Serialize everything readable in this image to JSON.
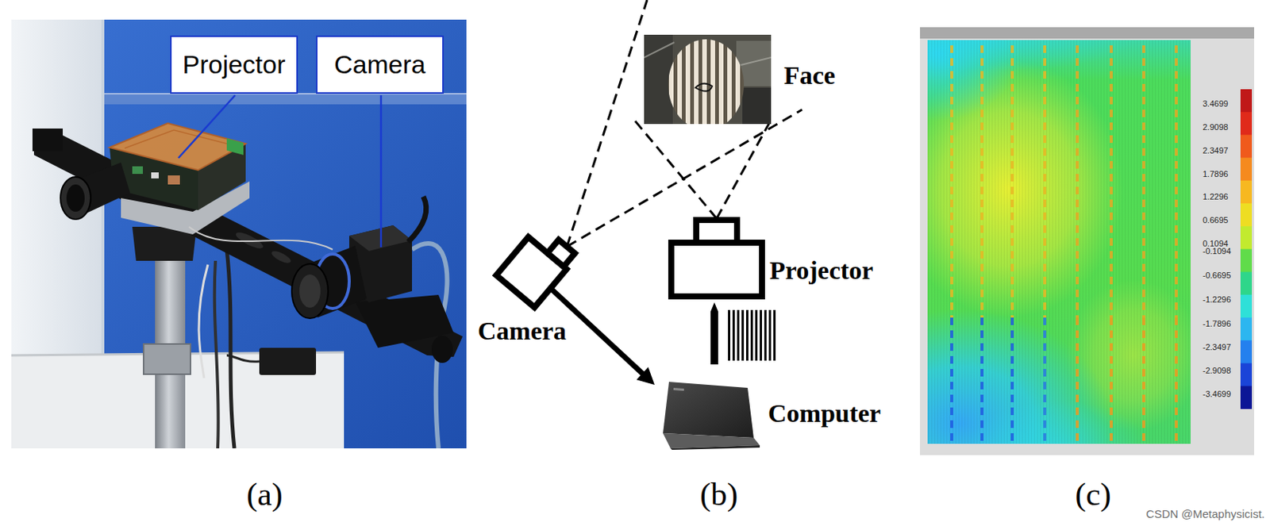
{
  "diagram": {
    "nodes": [
      {
        "text": [
          "Projector"
        ]
      },
      {
        "text": [
          "Camera"
        ]
      },
      {
        "text": [
          "Face"
        ]
      },
      {
        "text": [
          "Camera"
        ]
      },
      {
        "text": [
          "Projector"
        ]
      },
      {
        "text": [
          "Computer"
        ]
      }
    ],
    "edges": [
      {
        "from": 4,
        "to": 2,
        "arrow": "none"
      },
      {
        "from": 3,
        "to": 2,
        "arrow": "none"
      },
      {
        "from": 3,
        "to": 5,
        "arrow": "to"
      }
    ],
    "labels": [
      "3.4699",
      "2.9098",
      "2.3497",
      "1.7896",
      "1.2296",
      "0.6695",
      "0.1094",
      "-0.1094",
      "-0.6695",
      "-1.2296",
      "-1.7896",
      "-2.3497",
      "-2.9098",
      "-3.4699",
      "(a)",
      "(b)",
      "(c)",
      "CSDN @Metaphysicist."
    ]
  }
}
